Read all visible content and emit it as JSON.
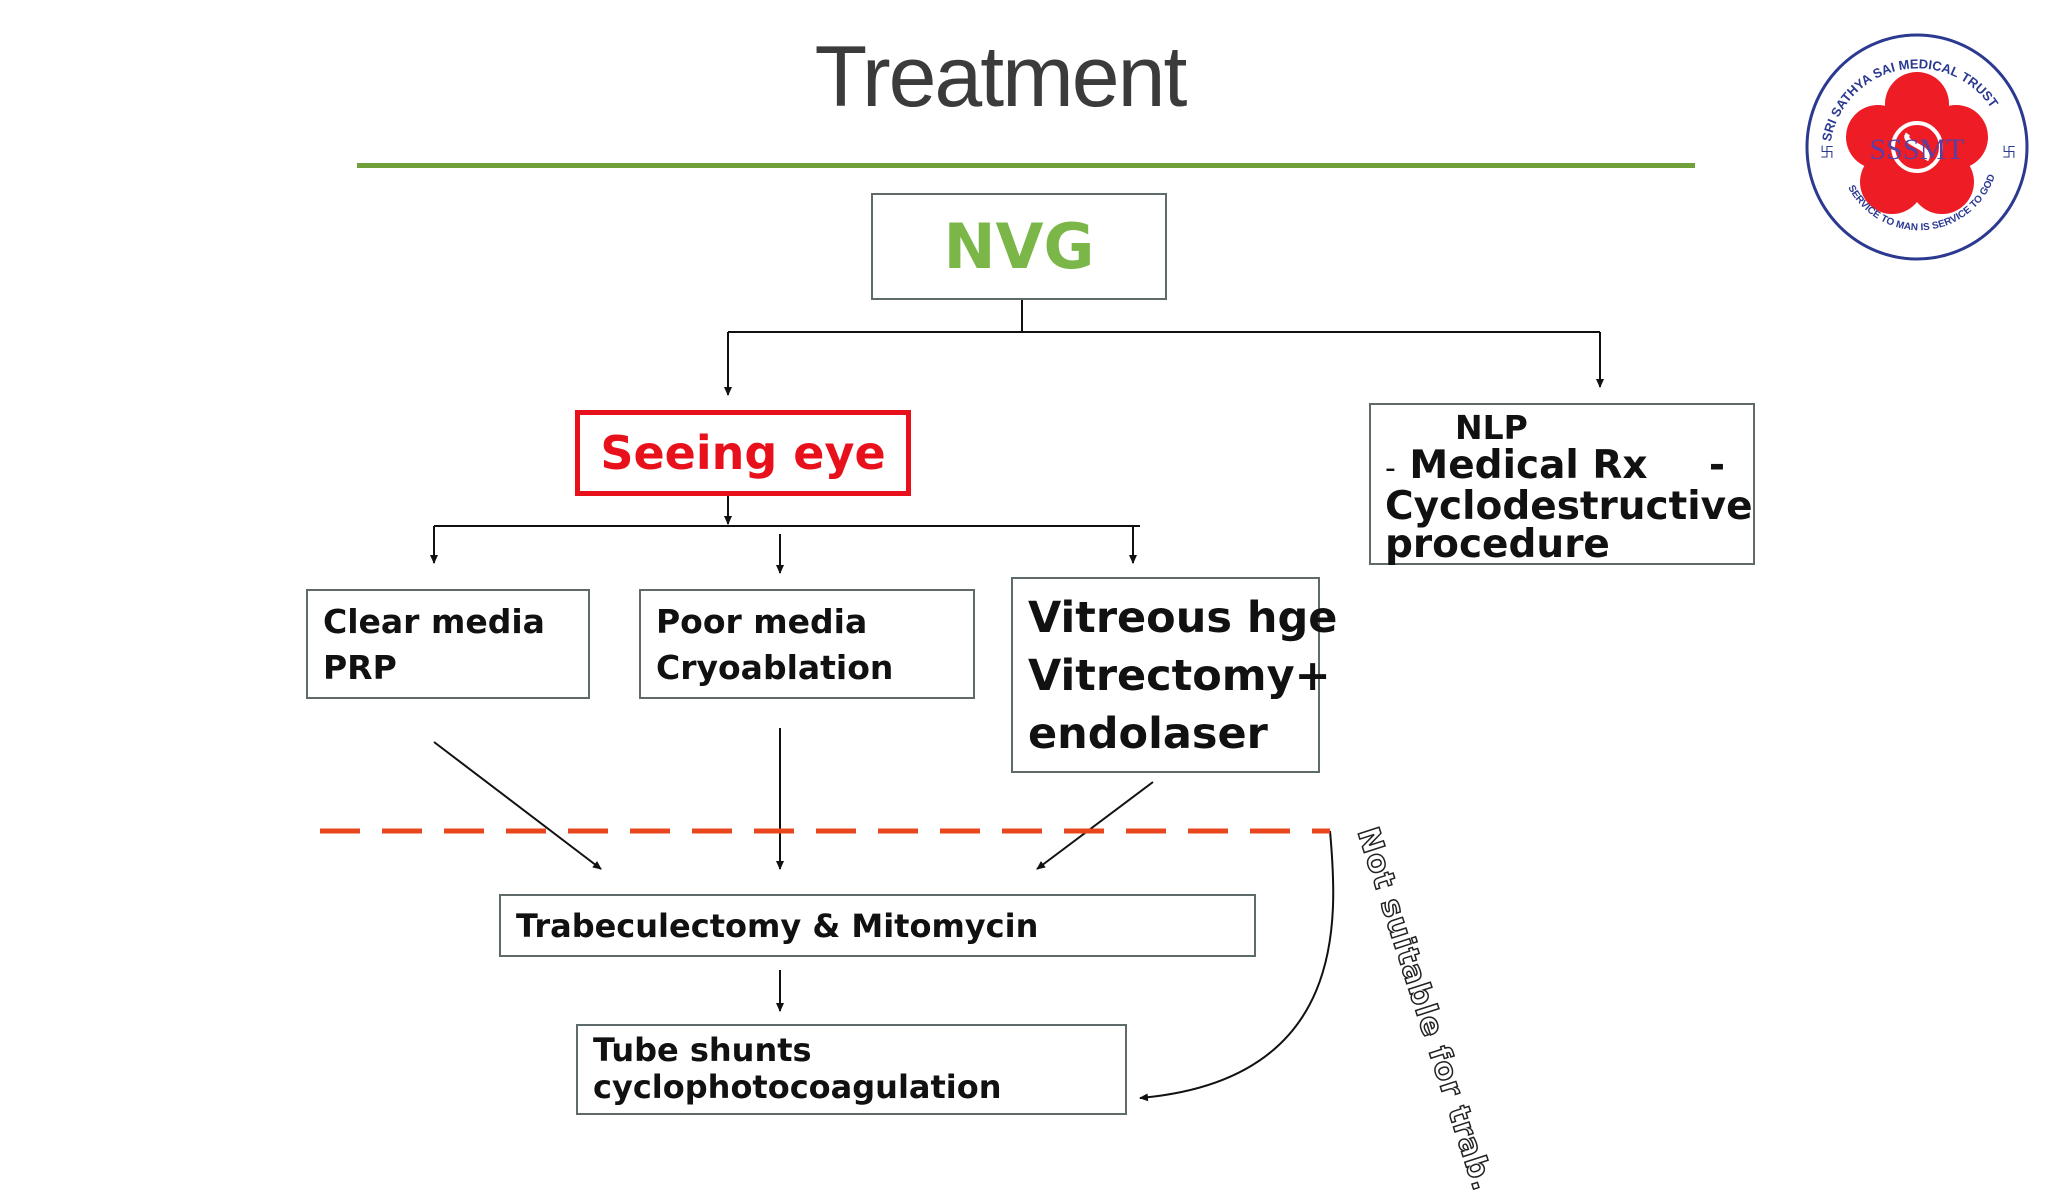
{
  "slide": {
    "title": "Treatment"
  },
  "diagram": {
    "root": "NVG",
    "seeing_eye": "Seeing eye",
    "nlp": {
      "heading": "NLP",
      "line1_dash": "-",
      "line1": "Medical Rx",
      "line1_trailing": "-",
      "line2": "Cyclodestructive",
      "line3": "procedure"
    },
    "clear_media": {
      "line1": "Clear media",
      "line2": "PRP"
    },
    "poor_media": {
      "line1": "Poor media",
      "line2": "Cryoablation"
    },
    "vitreous": {
      "line1": "Vitreous hge",
      "line2": "Vitrectomy+",
      "line3": "endolaser"
    },
    "trabeculectomy": "Trabeculectomy & Mitomycin",
    "tube_shunts": {
      "line1": "Tube shunts",
      "line2": "cyclophotocoagulation"
    },
    "side_note": "Not suitable for trab."
  },
  "logo": {
    "ring_text_top": "SRI SATHYA SAI MEDICAL TRUST",
    "ring_text_bottom": "SERVICE TO MAN IS SERVICE TO GOD",
    "monogram": "SSSMT",
    "symbol": "卐"
  },
  "colors": {
    "title_rule": "#70a03a",
    "nvg_text": "#7ab648",
    "seeing_eye": "#e8101b",
    "dashed_divider": "#e8461c",
    "logo_flower": "#ee1c25",
    "logo_ring_text": "#2b3990"
  }
}
